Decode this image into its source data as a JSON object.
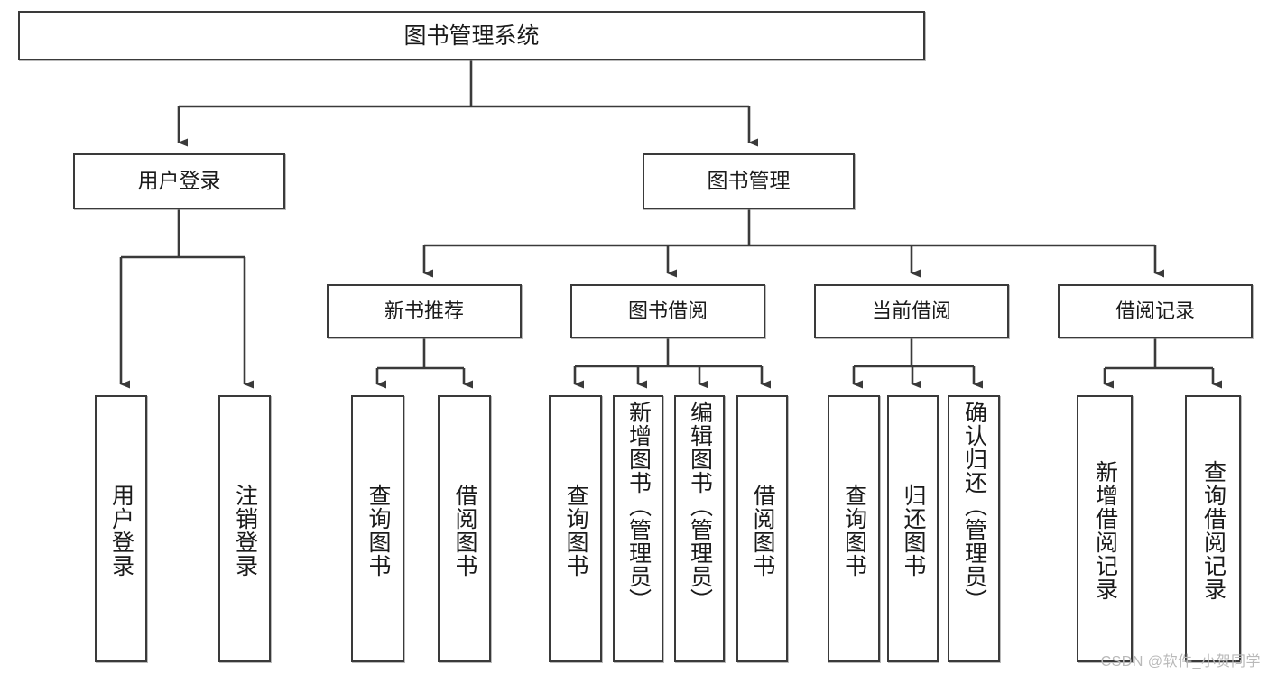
{
  "diagram": {
    "title": "图书管理系统",
    "root": {
      "label": "图书管理系统"
    },
    "level2": [
      {
        "label": "用户登录"
      },
      {
        "label": "图书管理"
      }
    ],
    "level3": [
      {
        "label": "新书推荐"
      },
      {
        "label": "图书借阅"
      },
      {
        "label": "当前借阅"
      },
      {
        "label": "借阅记录"
      }
    ],
    "leaves": [
      {
        "label": "用户登录",
        "parent": "用户登录"
      },
      {
        "label": "注销登录",
        "parent": "用户登录"
      },
      {
        "label": "查询图书",
        "parent": "新书推荐"
      },
      {
        "label": "借阅图书",
        "parent": "新书推荐"
      },
      {
        "label": "查询图书",
        "parent": "图书借阅"
      },
      {
        "label": "新增图书（管理员）",
        "parent": "图书借阅"
      },
      {
        "label": "编辑图书（管理员）",
        "parent": "图书借阅"
      },
      {
        "label": "借阅图书",
        "parent": "图书借阅"
      },
      {
        "label": "查询图书",
        "parent": "当前借阅"
      },
      {
        "label": "归还图书",
        "parent": "当前借阅"
      },
      {
        "label": "确认归还（管理员）",
        "parent": "当前借阅"
      },
      {
        "label": "新增借阅记录",
        "parent": "借阅记录"
      },
      {
        "label": "查询借阅记录",
        "parent": "借阅记录"
      }
    ]
  },
  "watermark": {
    "text": "CSDN @软件_小贺同学"
  },
  "colors": {
    "border": "#3a3a3a",
    "background": "#ffffff",
    "text": "#1a1a1a",
    "watermark": "#b9b9b9"
  }
}
